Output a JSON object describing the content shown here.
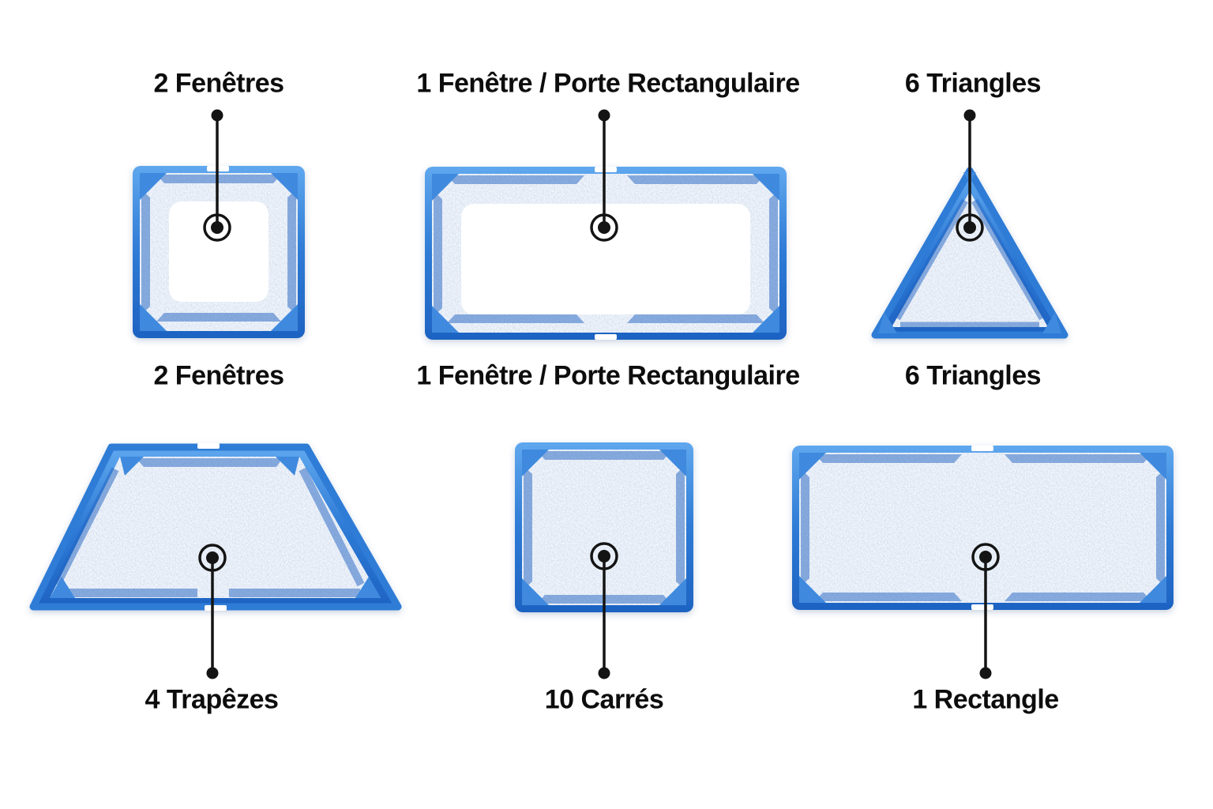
{
  "figures": [
    {
      "id": "fenetre-carree",
      "label": "2 Fenêtres"
    },
    {
      "id": "fenetre-porte-rectangulaire",
      "label": "1 Fenêtre / Porte Rectangulaire"
    },
    {
      "id": "triangle",
      "label": "6 Triangles"
    },
    {
      "id": "trapeze",
      "label": "4 Trapêzes"
    },
    {
      "id": "carre",
      "label": "10 Carrés"
    },
    {
      "id": "rectangle",
      "label": "1 Rectangle"
    }
  ],
  "colors": {
    "background": "#ffffff",
    "tile_blue": "#2e7bd6",
    "tile_blue_light": "#5fa7ee",
    "tile_blue_dark": "#1e63c2",
    "tile_ridge": "#2264c2",
    "tile_cap": "#3f8ade",
    "speckle_base": "#b9c3d7",
    "cutout_white": "#ffffff",
    "callout": "#141414",
    "label_text": "#0d0d0d"
  }
}
